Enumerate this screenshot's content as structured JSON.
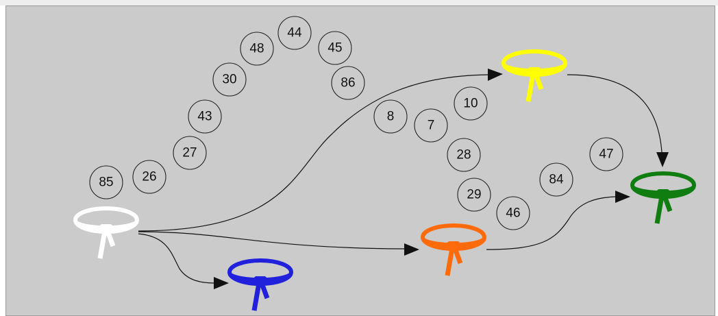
{
  "diagram": {
    "numbers": [
      {
        "id": "n85",
        "label": "85"
      },
      {
        "id": "n26",
        "label": "26"
      },
      {
        "id": "n27",
        "label": "27"
      },
      {
        "id": "n43",
        "label": "43"
      },
      {
        "id": "n30",
        "label": "30"
      },
      {
        "id": "n48",
        "label": "48"
      },
      {
        "id": "n44",
        "label": "44"
      },
      {
        "id": "n45",
        "label": "45"
      },
      {
        "id": "n86",
        "label": "86"
      },
      {
        "id": "n10",
        "label": "10"
      },
      {
        "id": "n8",
        "label": "8"
      },
      {
        "id": "n7",
        "label": "7"
      },
      {
        "id": "n28",
        "label": "28"
      },
      {
        "id": "n29",
        "label": "29"
      },
      {
        "id": "n46",
        "label": "46"
      },
      {
        "id": "n84",
        "label": "84"
      },
      {
        "id": "n47",
        "label": "47"
      }
    ],
    "belts": [
      {
        "id": "white",
        "color": "#ffffff",
        "icon": "white-belt-icon"
      },
      {
        "id": "blue",
        "color": "#2020dd",
        "icon": "blue-belt-icon"
      },
      {
        "id": "orange",
        "color": "#ff6a0a",
        "icon": "orange-belt-icon"
      },
      {
        "id": "yellow",
        "color": "#ffff00",
        "icon": "yellow-belt-icon"
      },
      {
        "id": "green",
        "color": "#0f7d0f",
        "icon": "green-belt-icon"
      }
    ],
    "edges": [
      {
        "from": "white",
        "to": "yellow"
      },
      {
        "from": "white",
        "to": "orange"
      },
      {
        "from": "white",
        "to": "blue"
      },
      {
        "from": "yellow",
        "to": "green"
      },
      {
        "from": "orange",
        "to": "green"
      }
    ]
  }
}
